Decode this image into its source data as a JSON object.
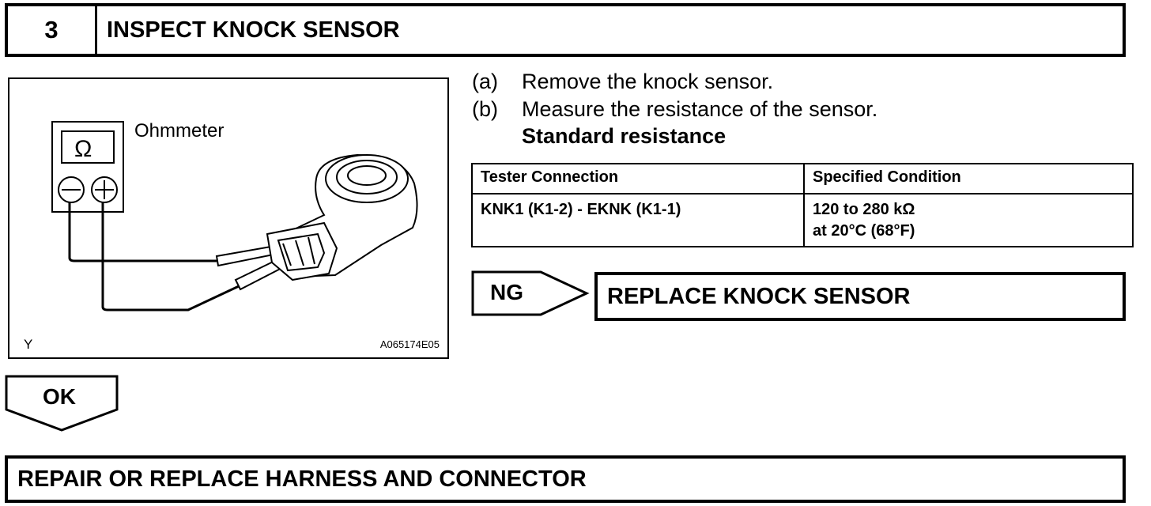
{
  "step": {
    "number": "3",
    "title": "INSPECT KNOCK SENSOR"
  },
  "illustration": {
    "meter_label": "Ohmmeter",
    "meter_symbol": "Ω",
    "figure_letter": "Y",
    "figure_code": "A065174E05",
    "icons": [
      "ohmmeter-icon",
      "negative-terminal-icon",
      "positive-terminal-icon",
      "knock-sensor-icon",
      "probe-icon"
    ]
  },
  "instructions": [
    {
      "tag": "(a)",
      "text": "Remove the knock sensor."
    },
    {
      "tag": "(b)",
      "text": "Measure the resistance of the sensor."
    }
  ],
  "standard_label": "Standard resistance",
  "spec_table": {
    "headers": [
      "Tester Connection",
      "Specified Condition"
    ],
    "rows": [
      {
        "connection": "KNK1 (K1-2) - EKNK (K1-1)",
        "condition_line1": "120 to 280 kΩ",
        "condition_line2": "at 20°C (68°F)"
      }
    ]
  },
  "ng_branch": {
    "label": "NG",
    "result": "REPLACE KNOCK SENSOR"
  },
  "ok_branch": {
    "label": "OK"
  },
  "final_step": "REPAIR OR REPLACE HARNESS AND CONNECTOR"
}
